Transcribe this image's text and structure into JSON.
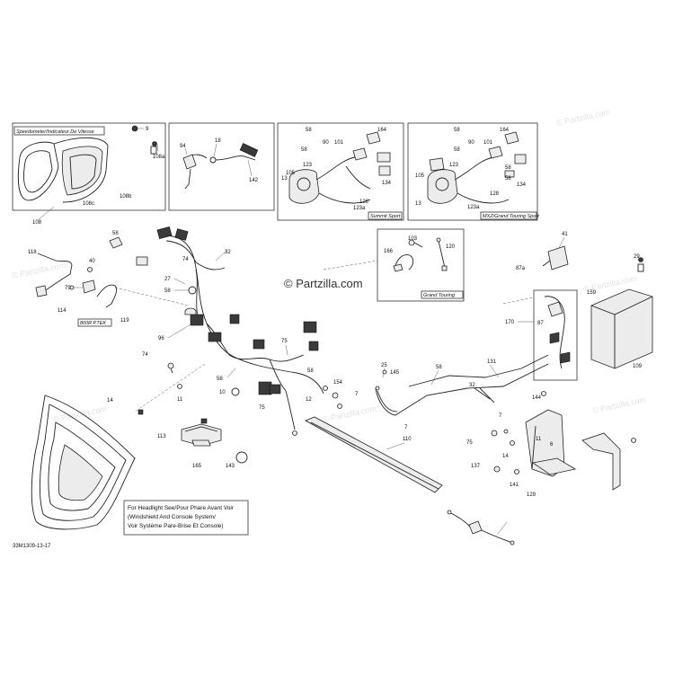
{
  "watermark": {
    "brand": "© Partzilla.com"
  },
  "diagram_code": "33M1309-13-17",
  "boxes": {
    "speedometer": "Speedometer/Indicateur De Vitesse",
    "summit": "Summit Sport",
    "mxz": "MXZ/Grand Touring Sport",
    "grand_touring": "Grand Touring",
    "ptek": "800R PTEK"
  },
  "headlight_note": [
    "For Headlight See/Pour Phare Avant Voir",
    "(Windshield And Console System/",
    "Voir Système Pare-Brise Et Console)"
  ],
  "callouts": [
    "9",
    "108a",
    "108c",
    "108b",
    "108",
    "94",
    "18",
    "142",
    "58",
    "164",
    "58",
    "90",
    "101",
    "123",
    "105",
    "13",
    "128",
    "123a",
    "134",
    "58",
    "164",
    "58",
    "90",
    "101",
    "123",
    "105",
    "13",
    "128",
    "123a",
    "134",
    "58",
    "58",
    "118",
    "40",
    "79",
    "114",
    "119",
    "32",
    "27",
    "58",
    "58",
    "96",
    "166",
    "103",
    "120",
    "41",
    "87a",
    "29",
    "159",
    "170",
    "87",
    "109",
    "74",
    "58",
    "58",
    "154",
    "7",
    "14",
    "75",
    "10",
    "12",
    "25",
    "145",
    "58",
    "131",
    "32",
    "74",
    "11",
    "113",
    "165",
    "143",
    "144",
    "11",
    "110",
    "7",
    "75",
    "7",
    "75",
    "14",
    "137",
    "141",
    "6",
    "129"
  ]
}
